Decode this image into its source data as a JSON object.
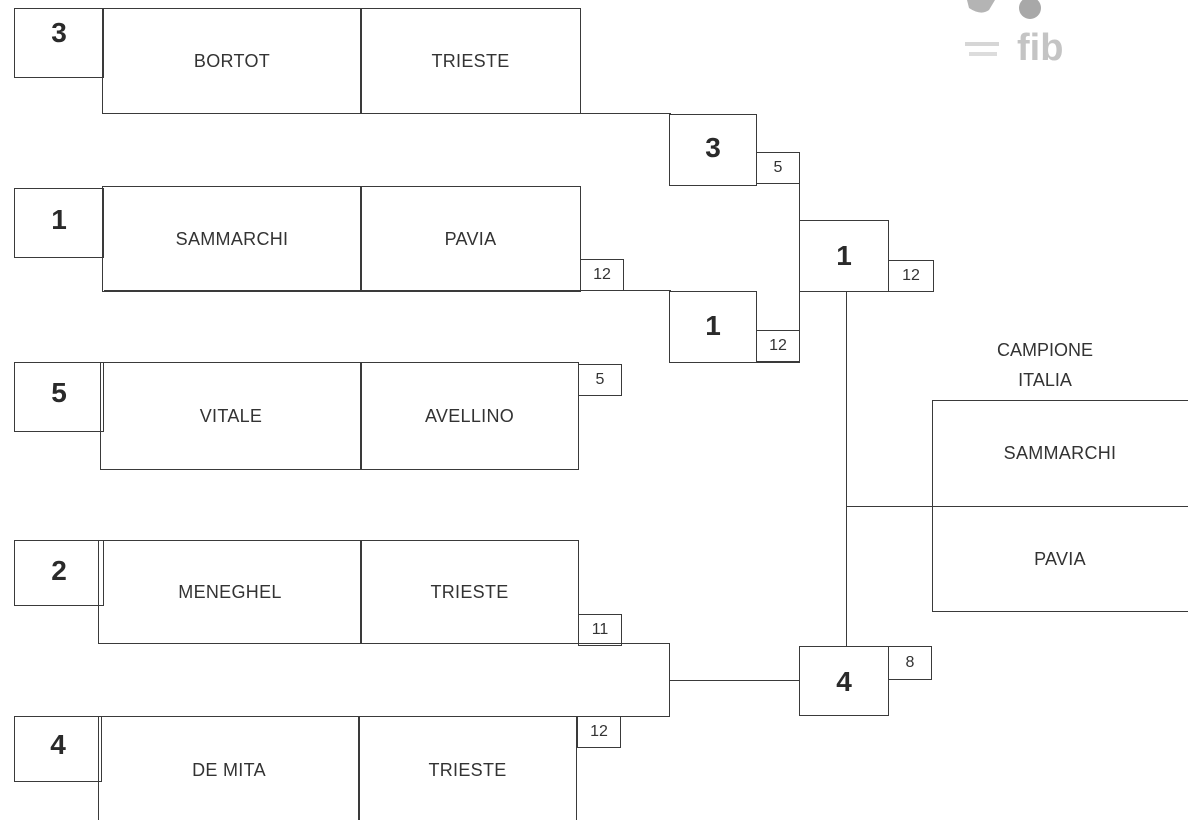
{
  "matches": [
    {
      "seed": "3",
      "player": "BORTOT",
      "city": "TRIESTE",
      "score": ""
    },
    {
      "seed": "1",
      "player": "SAMMARCHI",
      "city": "PAVIA",
      "score": "12"
    },
    {
      "seed": "5",
      "player": "VITALE",
      "city": "AVELLINO",
      "score": "5"
    },
    {
      "seed": "2",
      "player": "MENEGHEL",
      "city": "TRIESTE",
      "score": "11"
    },
    {
      "seed": "4",
      "player": "DE MITA",
      "city": "TRIESTE",
      "score": "12"
    }
  ],
  "round2": [
    {
      "seed": "3",
      "score": "5"
    },
    {
      "seed": "1",
      "score": "12"
    }
  ],
  "semifinal": [
    {
      "seed": "1",
      "score": "12"
    },
    {
      "seed": "4",
      "score": "8"
    }
  ],
  "champion": {
    "title_line1": "CAMPIONE",
    "title_line2": "ITALIA",
    "player": "SAMMARCHI",
    "city": "PAVIA"
  },
  "logo": {
    "text": "fib",
    "color": "#9a9a9a"
  }
}
